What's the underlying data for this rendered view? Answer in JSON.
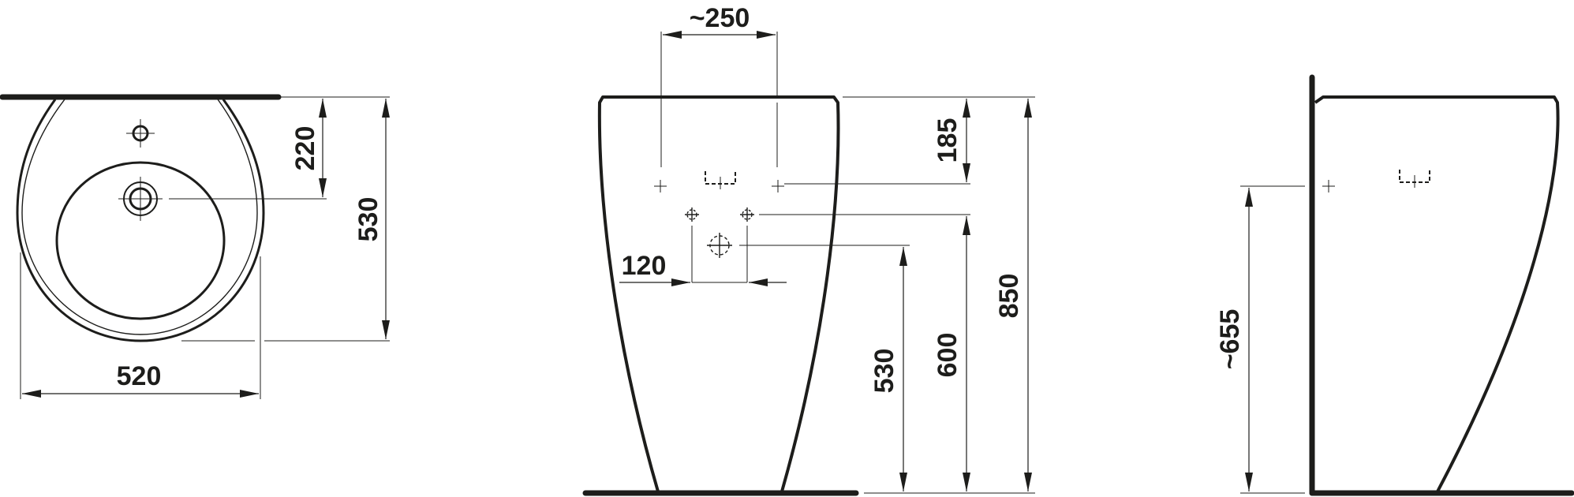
{
  "colors": {
    "line": "#1d1d1b",
    "background": "#ffffff"
  },
  "front_view": {
    "width_label": "520",
    "tap_hole_offset_label": "220",
    "height_label": "530"
  },
  "side_view": {
    "waste_spacing_label": "~250",
    "inlet_offset_label": "120",
    "top_to_waste_label": "185",
    "trap_height_label": "530",
    "inlet_height_label": "600",
    "total_height_label": "850"
  },
  "profile_view": {
    "waste_height_label": "~655"
  }
}
